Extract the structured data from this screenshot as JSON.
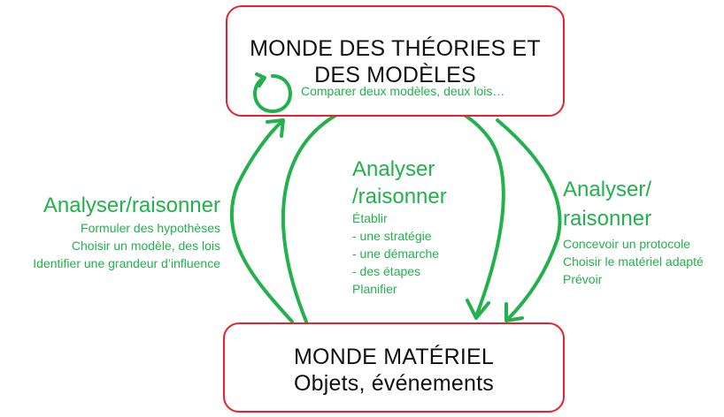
{
  "top_box": {
    "title_line1": "MONDE DES THÉORIES ET",
    "title_line2": "DES MODÈLES",
    "cycle_note": "Comparer deux modèles, deux lois…"
  },
  "bottom_box": {
    "title": "MONDE MATÉRIEL",
    "subtitle": "Objets, événements"
  },
  "left_path": {
    "heading": "Analyser/raisonner",
    "items": [
      "Formuler des hypothèses",
      "Choisir un modèle, des lois",
      "Identifier une grandeur d’influence"
    ]
  },
  "center_path": {
    "heading_line1": "Analyser",
    "heading_line2": "/raisonner",
    "items": [
      "Établir",
      "- une stratégie",
      "- une démarche",
      "- des étapes",
      "Planifier"
    ]
  },
  "right_path": {
    "heading_line1": "Analyser/",
    "heading_line2": "raisonner",
    "items": [
      "Concevoir un protocole",
      "Choisir le matériel adapté",
      "Prévoir"
    ]
  },
  "colors": {
    "box_border": "#e8202f",
    "arrow_green": "#22b14c",
    "text_dark": "#111111"
  }
}
